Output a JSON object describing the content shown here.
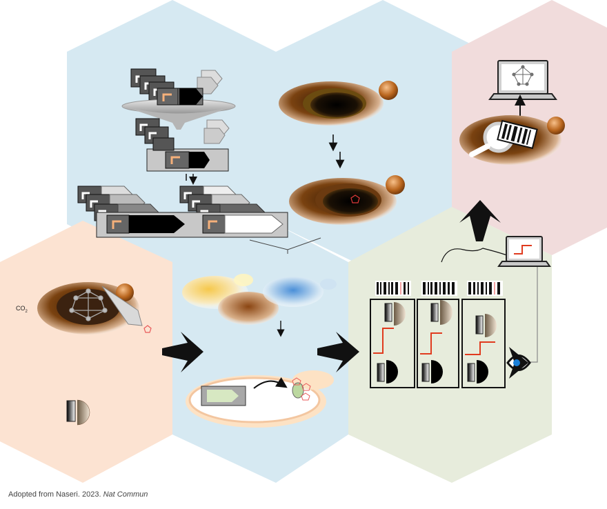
{
  "labels": {
    "co2_main": "CO",
    "co2_sub": "2"
  },
  "caption": {
    "prefix": "Adopted from Naseri. 2023. ",
    "journal": "Nat Commun"
  },
  "colors": {
    "hex_blue": "#d6e9f2",
    "hex_orange": "#fce3d2",
    "hex_green": "#e7ecdc",
    "hex_pink": "#f1dcdc",
    "red_trace": "#e03a1e",
    "cell_brown": "#7a4210"
  },
  "icons": [
    "funnel-icon",
    "plasmid-part-icon",
    "yeast-cell-icon",
    "network-icon",
    "laptop-icon",
    "magnifier-icon",
    "barcode-icon",
    "eye-icon",
    "arrow-icon"
  ]
}
